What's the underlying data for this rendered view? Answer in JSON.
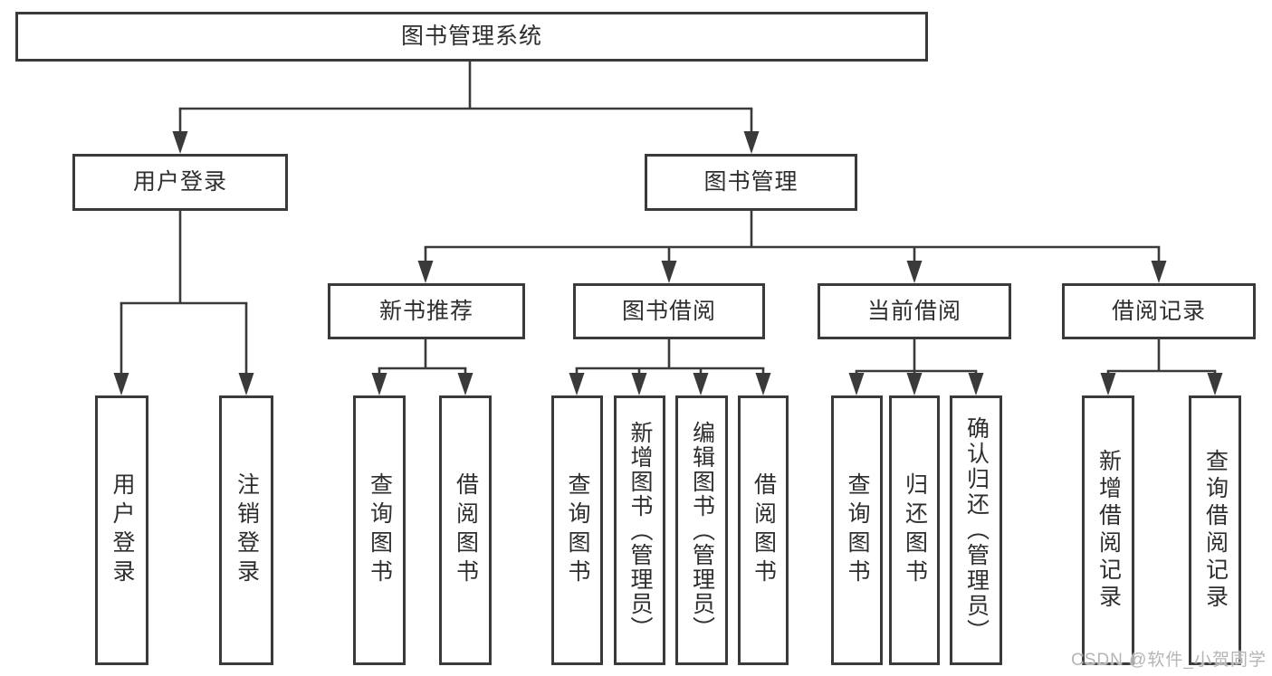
{
  "diagram": {
    "tree": {
      "id": "root",
      "label": "图书管理系统",
      "children": [
        {
          "id": "user-login-group",
          "label": "用户登录",
          "children": [
            {
              "id": "user-login",
              "label": "用户登录"
            },
            {
              "id": "logout",
              "label": "注销登录"
            }
          ]
        },
        {
          "id": "book-mgmt",
          "label": "图书管理",
          "children": [
            {
              "id": "new-book-rec",
              "label": "新书推荐",
              "children": [
                {
                  "id": "nbr-query",
                  "label": "查询图书"
                },
                {
                  "id": "nbr-borrow",
                  "label": "借阅图书"
                }
              ]
            },
            {
              "id": "book-borrow",
              "label": "图书借阅",
              "children": [
                {
                  "id": "bb-query",
                  "label": "查询图书"
                },
                {
                  "id": "bb-add",
                  "label": "新增图书（管理员）"
                },
                {
                  "id": "bb-edit",
                  "label": "编辑图书（管理员）"
                },
                {
                  "id": "bb-borrow",
                  "label": "借阅图书"
                }
              ]
            },
            {
              "id": "current-borrow",
              "label": "当前借阅",
              "children": [
                {
                  "id": "cb-query",
                  "label": "查询图书"
                },
                {
                  "id": "cb-return",
                  "label": "归还图书"
                },
                {
                  "id": "cb-confirm",
                  "label": "确认归还（管理员）"
                }
              ]
            },
            {
              "id": "borrow-records",
              "label": "借阅记录",
              "children": [
                {
                  "id": "br-add",
                  "label": "新增借阅记录"
                },
                {
                  "id": "br-query",
                  "label": "查询借阅记录"
                }
              ]
            }
          ]
        }
      ]
    }
  },
  "watermark": "CSDN @软件_小贺同学",
  "colors": {
    "line": "#3a3a3a",
    "text": "#2e2e2e",
    "watermark": "#b5b5b5",
    "background": "#ffffff"
  }
}
